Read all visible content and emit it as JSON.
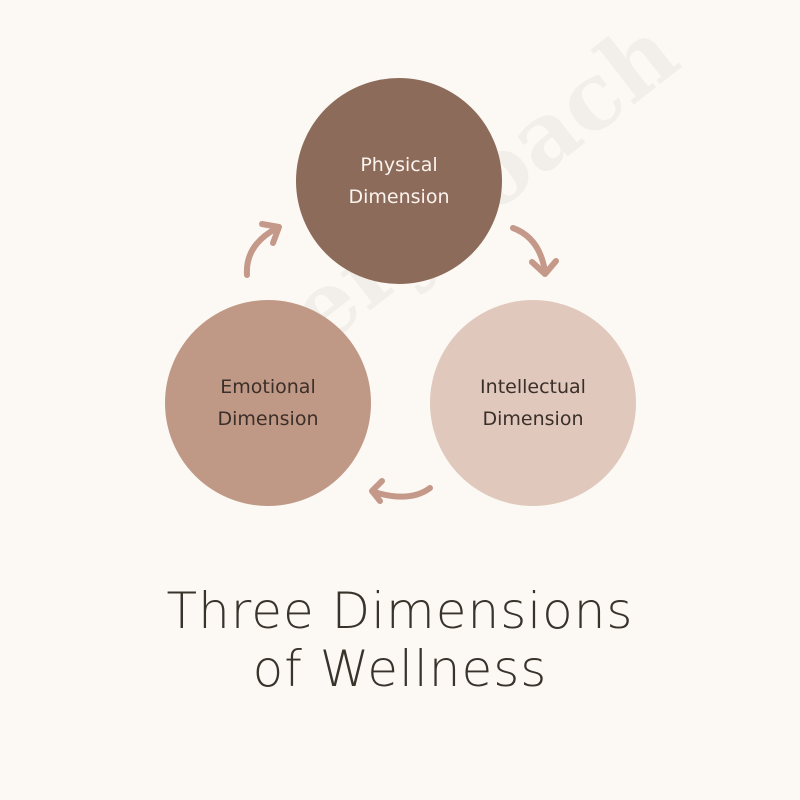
{
  "diagram": {
    "nodes": [
      {
        "id": "physical",
        "line1": "Physical",
        "line2": "Dimension",
        "color": "#8d6b5a"
      },
      {
        "id": "emotional",
        "line1": "Emotional",
        "line2": "Dimension",
        "color": "#c09886"
      },
      {
        "id": "intellectual",
        "line1": "Intellectual",
        "line2": "Dimension",
        "color": "#e0c8bc"
      }
    ],
    "cycle": [
      "physical",
      "intellectual",
      "emotional",
      "physical"
    ],
    "arrow_color": "#c4998a",
    "title_line1": "Three Dimensions",
    "title_line2": "of Wellness"
  },
  "background_color": "#fcf8f3",
  "watermark": "everycoach"
}
